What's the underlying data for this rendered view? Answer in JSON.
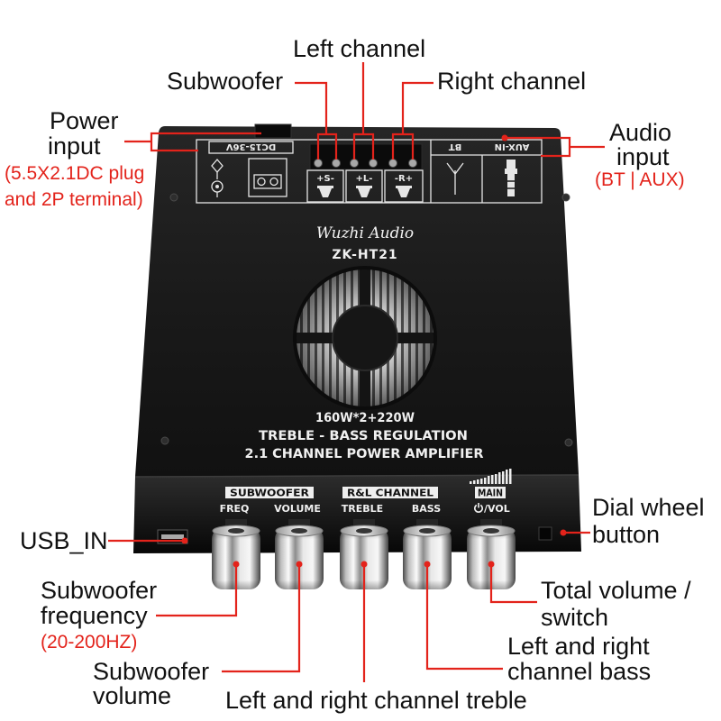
{
  "annotations": {
    "left_channel": "Left channel",
    "subwoofer": "Subwoofer",
    "right_channel": "Right channel",
    "power_input": {
      "line1": "Power",
      "line2": "input",
      "note1": "(5.5X2.1DC plug",
      "note2": "and 2P terminal)"
    },
    "audio_input": {
      "line1": "Audio",
      "line2": "input",
      "note": "(BT | AUX)"
    },
    "usb_in": "USB_IN",
    "dial_wheel_button": {
      "line1": "Dial wheel",
      "line2": "button"
    },
    "subwoofer_frequency": {
      "line1": "Subwoofer",
      "line2": "frequency",
      "note": "(20-200HZ)"
    },
    "total_volume_switch": {
      "line1": "Total volume /",
      "line2": "switch"
    },
    "lr_channel_bass": {
      "line1": "Left and right",
      "line2": "channel bass"
    },
    "subwoofer_volume": {
      "line1": "Subwoofer",
      "line2": "volume"
    },
    "lr_channel_treble": "Left and right channel treble"
  },
  "board": {
    "power_rating_label": "DC15-36V",
    "speaker_outputs": [
      "+S-",
      "+L-",
      "-R+"
    ],
    "bt_label": "BT",
    "aux_label": "AUX-IN",
    "brand": "Wuzhi Audio",
    "model": "ZK-HT21",
    "spec_lines": [
      "160W*2+220W",
      "TREBLE - BASS REGULATION",
      "2.1 CHANNEL POWER AMPLIFIER"
    ]
  },
  "front_panel": {
    "group_labels": {
      "subwoofer": "SUBWOOFER",
      "rl_channel": "R&L CHANNEL",
      "main": "MAIN"
    },
    "knob_labels": [
      "FREQ",
      "VOLUME",
      "TREBLE",
      "BASS",
      "/VOL"
    ]
  },
  "icons": {
    "dc_jack": "dc-jack-icon",
    "terminal_block": "terminal-block-icon",
    "speaker": "speaker-icon",
    "bluetooth_antenna": "antenna-icon",
    "aux_plug": "aux-plug-icon",
    "fan": "fan-grille-icon",
    "volume_bars": "signal-bars-icon",
    "power": "power-icon"
  },
  "colors": {
    "callout_red": "#e3231b",
    "label_text": "#111111",
    "board_black": "#161616"
  }
}
